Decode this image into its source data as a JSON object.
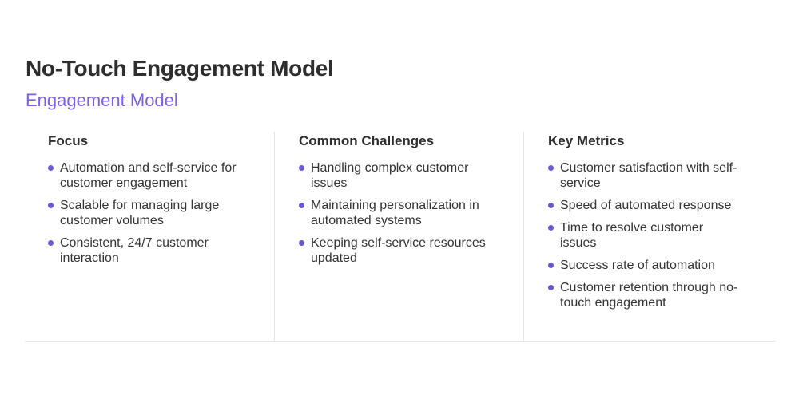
{
  "header": {
    "title": "No-Touch Engagement Model",
    "subtitle": "Engagement Model"
  },
  "colors": {
    "accent": "#7b5fe4",
    "bullet": "#6d55d6",
    "divider": "#e4e4e4"
  },
  "columns": [
    {
      "heading": "Focus",
      "items": [
        "Automation and self-service for customer engagement",
        "Scalable for managing large customer volumes",
        "Consistent, 24/7 customer interaction"
      ]
    },
    {
      "heading": "Common Challenges",
      "items": [
        "Handling complex customer issues",
        "Maintaining personalization in automated systems",
        "Keeping self-service resources updated"
      ]
    },
    {
      "heading": "Key Metrics",
      "items": [
        "Customer satisfaction with self-service",
        "Speed of automated response",
        "Time to resolve customer issues",
        "Success rate of automation",
        "Customer retention through no-touch engagement"
      ]
    }
  ]
}
